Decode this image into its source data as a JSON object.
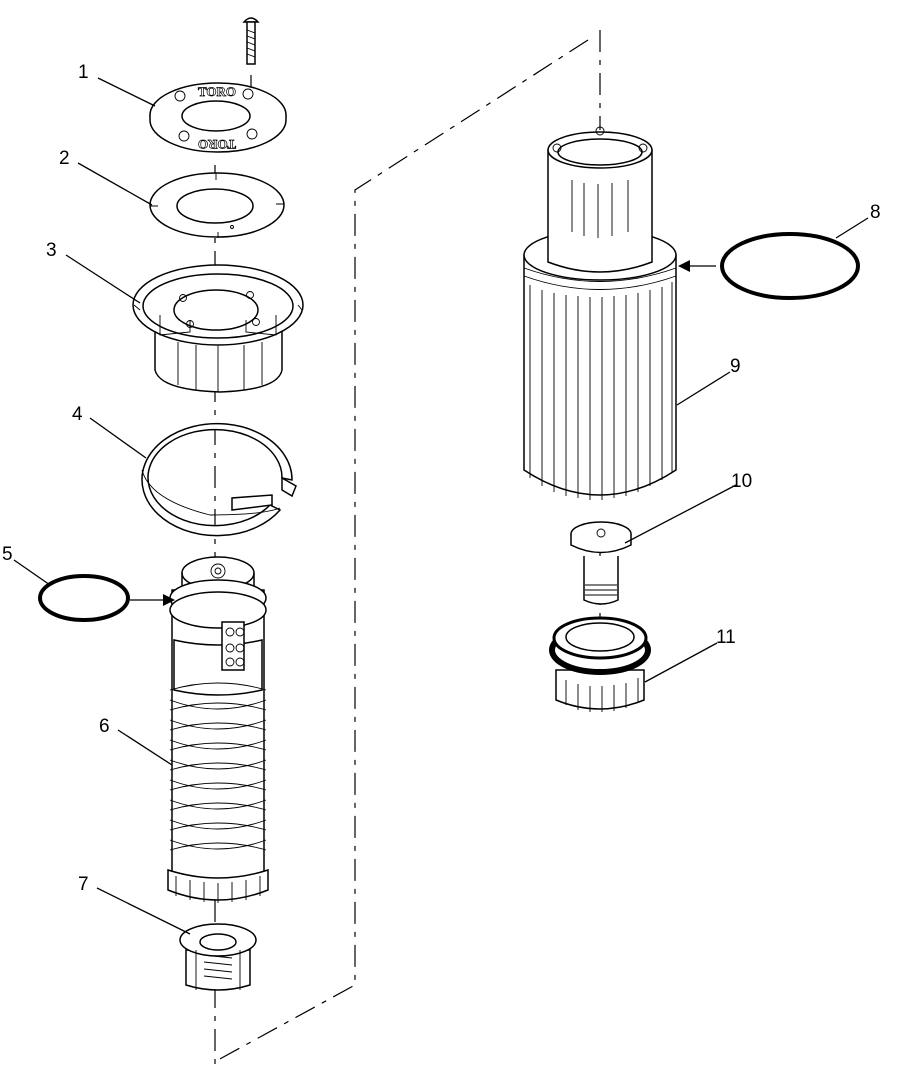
{
  "callouts": [
    {
      "id": "1",
      "label": "1"
    },
    {
      "id": "2",
      "label": "2"
    },
    {
      "id": "3",
      "label": "3"
    },
    {
      "id": "4",
      "label": "4"
    },
    {
      "id": "5",
      "label": "5"
    },
    {
      "id": "6",
      "label": "6"
    },
    {
      "id": "7",
      "label": "7"
    },
    {
      "id": "8",
      "label": "8"
    },
    {
      "id": "9",
      "label": "9"
    },
    {
      "id": "10",
      "label": "10"
    },
    {
      "id": "11",
      "label": "11"
    }
  ],
  "cap_brand": "TORO",
  "colors": {
    "line": "#000000",
    "background": "#ffffff"
  }
}
